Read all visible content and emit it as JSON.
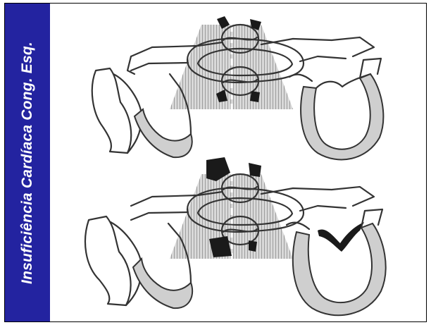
{
  "slide": {
    "title": "Insuficiência Cardíaca Cong. Esq."
  },
  "diagram": {
    "panels": [
      "normal-heart",
      "left-heart-failure"
    ],
    "colors": {
      "sidebar": "#2323a0",
      "title_text": "#ffffff",
      "shading": "#bdbdbd",
      "ink": "#1a1a1a"
    }
  }
}
